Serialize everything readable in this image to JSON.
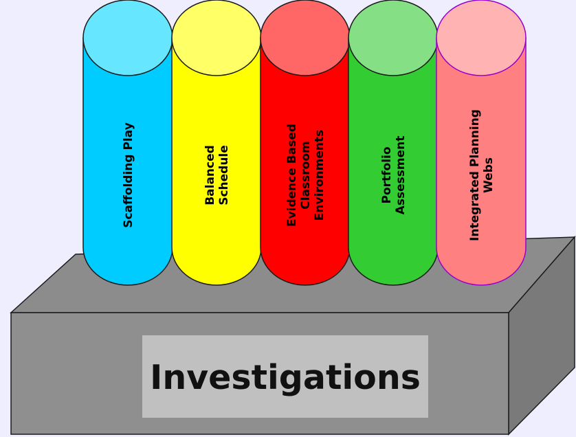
{
  "colors": {
    "background": "#eeeeff",
    "base_top": "#8c8c8c",
    "base_front": "#8f8f8f",
    "base_side": "#7a7a7a",
    "label_box": "#c0c0c0"
  },
  "base": {
    "label": "Investigations"
  },
  "pillars": [
    {
      "lines": [
        "Scaffolding Play"
      ],
      "body": "#00ccff",
      "top": "#66e6ff",
      "stroke": "#1a1a1a"
    },
    {
      "lines": [
        "Balanced",
        "Schedule"
      ],
      "body": "#ffff00",
      "top": "#ffff66",
      "stroke": "#1a1a1a"
    },
    {
      "lines": [
        "Evidence Based",
        "Classroom",
        "Environments"
      ],
      "body": "#ff0000",
      "top": "#ff6666",
      "stroke": "#1a1a1a"
    },
    {
      "lines": [
        "Portfolio",
        "Assessment"
      ],
      "body": "#33cc33",
      "top": "#85e085",
      "stroke": "#1a1a1a"
    },
    {
      "lines": [
        "Integrated Planning",
        "Webs"
      ],
      "body": "#ff8080",
      "top": "#ffb3b3",
      "stroke": "#9900cc"
    }
  ]
}
